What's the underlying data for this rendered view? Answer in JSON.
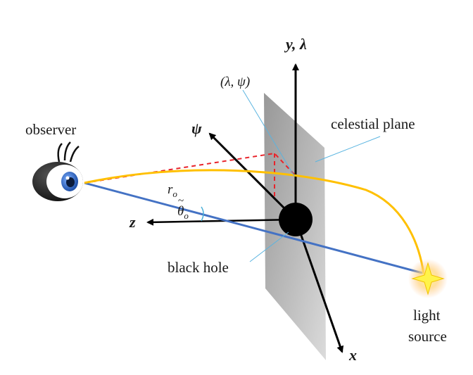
{
  "labels": {
    "observer": "observer",
    "celestial_plane": "celestial plane",
    "black_hole": "black hole",
    "light": "light",
    "source": "source",
    "y_lambda_axis": "y, λ",
    "psi_axis": "ψ",
    "z_axis": "z",
    "x_axis": "x",
    "lambda_psi_point": "(λ, ψ)",
    "r_o": "r",
    "r_o_sub": "o",
    "theta_o": "θ",
    "theta_o_tilde": "~",
    "theta_o_sub": "o"
  },
  "colors": {
    "blue_line": "#4472c4",
    "orange_ray": "#ffc000",
    "red_dashed": "#e8242b",
    "callout": "#5ab4e0",
    "axis": "#000000",
    "plane": "#9a9a9a"
  }
}
